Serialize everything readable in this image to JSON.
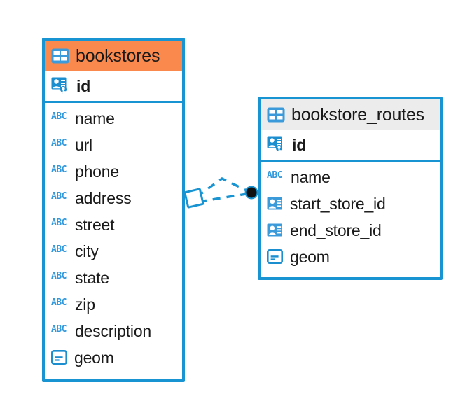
{
  "diagram": {
    "type": "entity-relationship-diagram",
    "background": "#ffffff",
    "accent_color": "#1894d2",
    "highlight_color": "#f9894d",
    "header_grey": "#ececec"
  },
  "entities": [
    {
      "name": "bookstores",
      "header_style": "accent-orange",
      "primary_key": {
        "label": "id",
        "icon": "primary-key-icon"
      },
      "fields": [
        {
          "label": "name",
          "icon": "text-type-icon"
        },
        {
          "label": "url",
          "icon": "text-type-icon"
        },
        {
          "label": "phone",
          "icon": "text-type-icon"
        },
        {
          "label": "address",
          "icon": "text-type-icon"
        },
        {
          "label": "street",
          "icon": "text-type-icon"
        },
        {
          "label": "city",
          "icon": "text-type-icon"
        },
        {
          "label": "state",
          "icon": "text-type-icon"
        },
        {
          "label": "zip",
          "icon": "text-type-icon"
        },
        {
          "label": "description",
          "icon": "text-type-icon"
        },
        {
          "label": "geom",
          "icon": "geometry-type-icon"
        }
      ]
    },
    {
      "name": "bookstore_routes",
      "header_style": "accent-grey",
      "primary_key": {
        "label": "id",
        "icon": "primary-key-icon"
      },
      "fields": [
        {
          "label": "name",
          "icon": "text-type-icon"
        },
        {
          "label": "start_store_id",
          "icon": "foreign-key-icon"
        },
        {
          "label": "end_store_id",
          "icon": "foreign-key-icon"
        },
        {
          "label": "geom",
          "icon": "geometry-type-icon"
        }
      ]
    }
  ],
  "relationship": {
    "source_endpoint": "diamond-endpoint",
    "target_endpoint": "filled-dot-endpoint",
    "line_style": "dashed",
    "line_color": "#1894d2"
  },
  "icon_glyphs": {
    "text_type_label": "ABC"
  }
}
